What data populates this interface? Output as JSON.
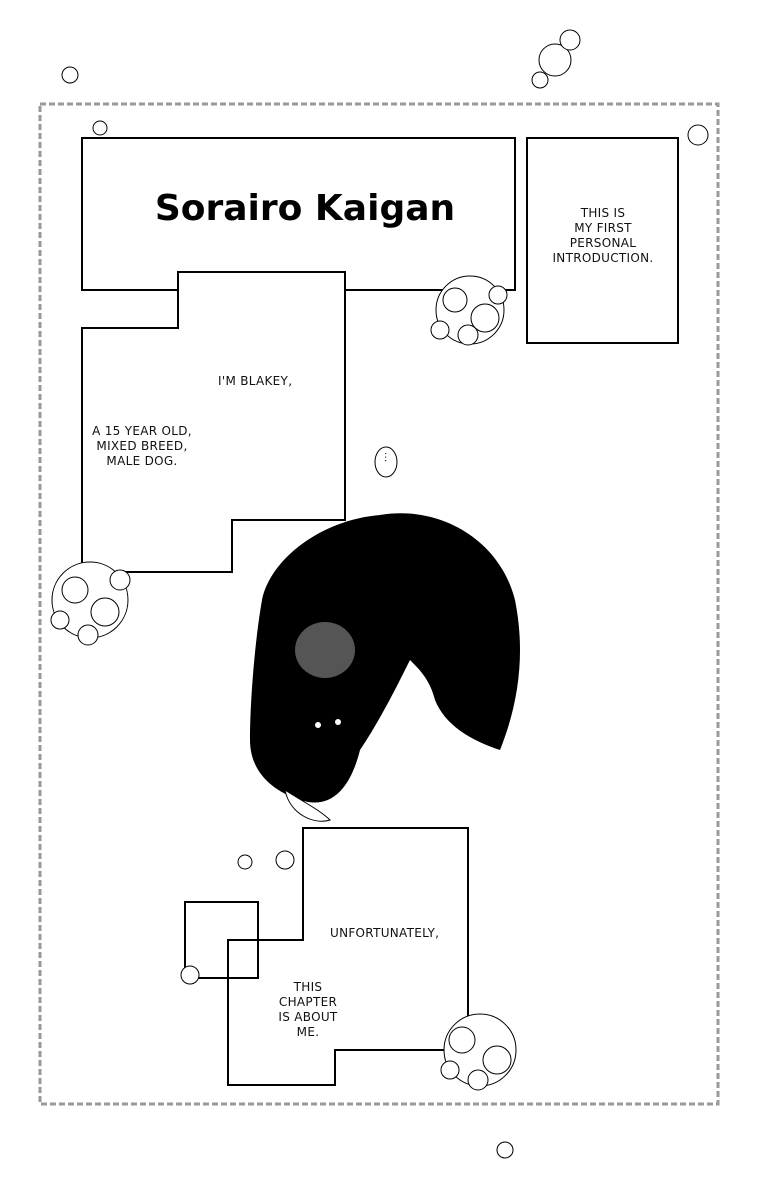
{
  "title": "Sorairo Kaigan",
  "captions": {
    "intro": [
      "THIS IS",
      "MY FIRST",
      "PERSONAL",
      "INTRODUCTION."
    ],
    "name": "I'M BLAKEY,",
    "description": [
      "A 15 YEAR OLD,",
      "MIXED BREED,",
      "MALE DOG."
    ],
    "thought": "...",
    "unfortunately": "UNFORTUNATELY,",
    "about": [
      "THIS",
      "CHAPTER",
      "IS ABOUT",
      "ME."
    ]
  },
  "colors": {
    "ink": "#000000",
    "paper": "#ffffff"
  }
}
